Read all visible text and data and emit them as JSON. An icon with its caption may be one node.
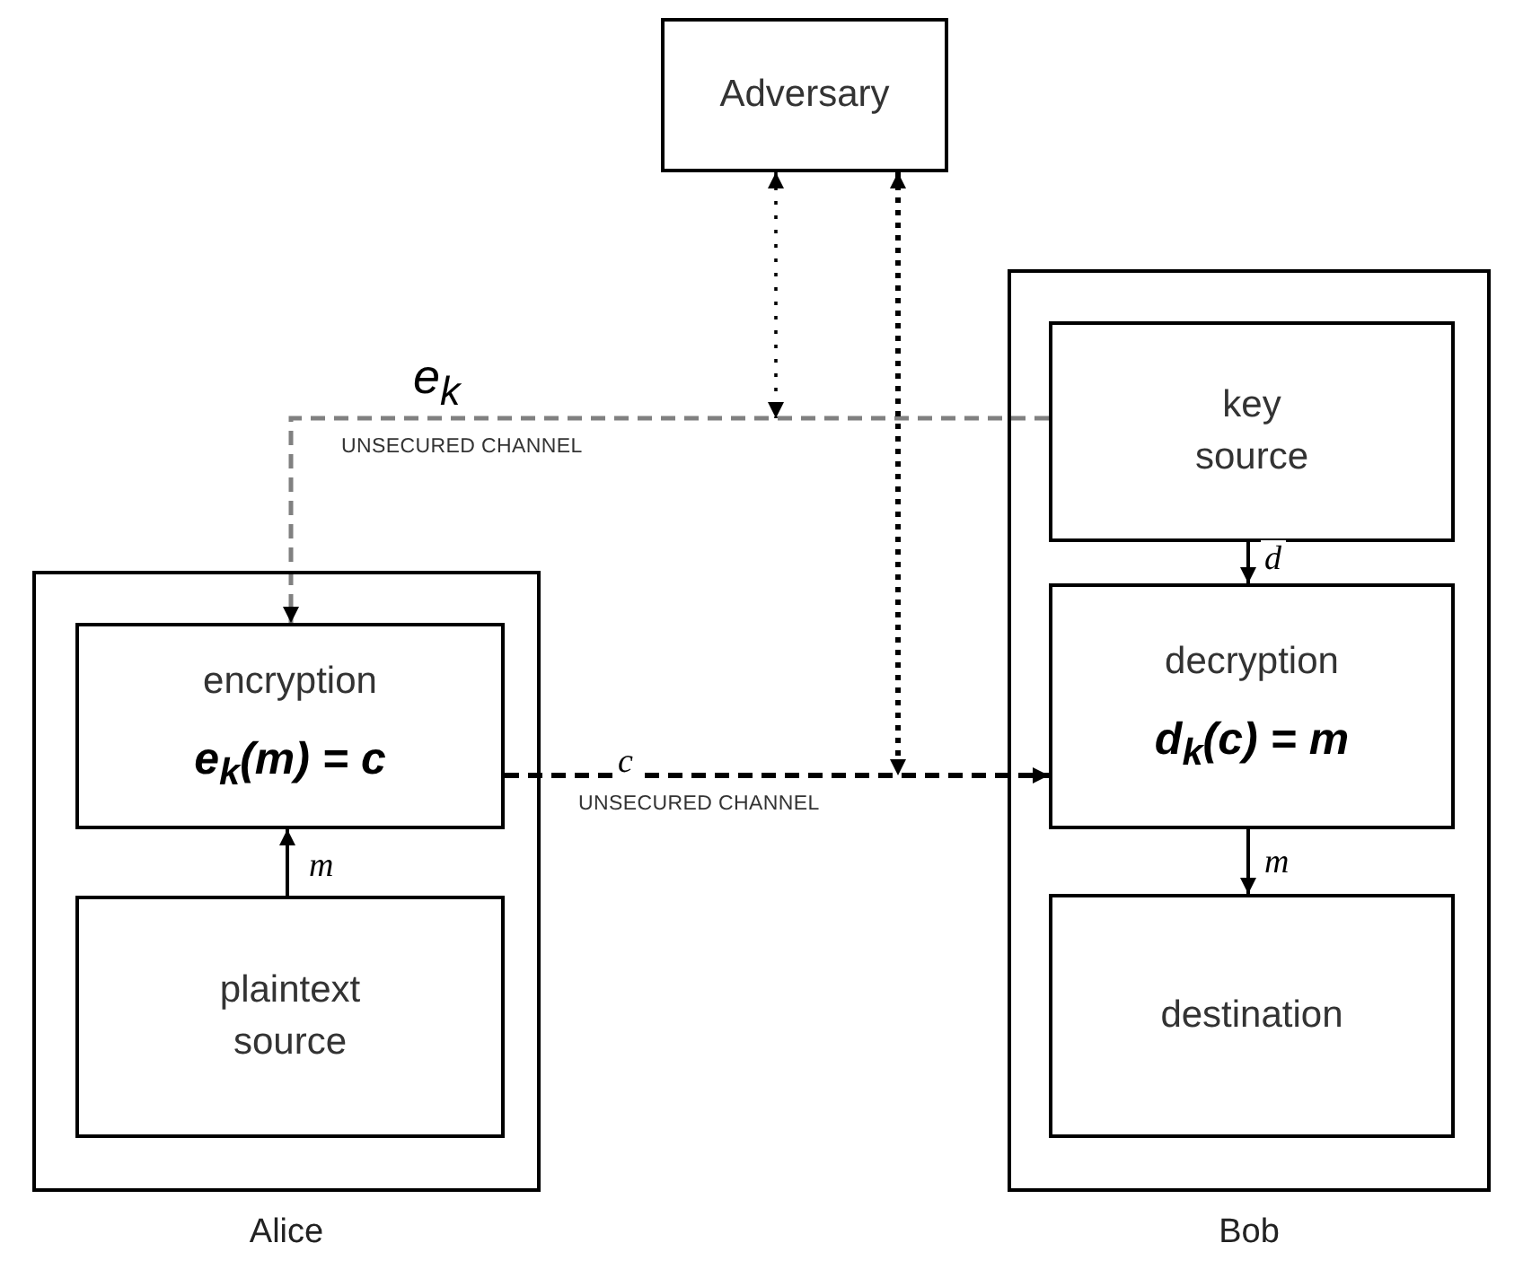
{
  "diagram": {
    "nodes": [
      {
        "text": [
          "Adversary"
        ]
      },
      {
        "text": [],
        "shape": "box",
        "beside": [
          "Alice"
        ]
      },
      {
        "text": [
          "encryption",
          "e$_{k}$(m) = c"
        ],
        "in": 1
      },
      {
        "text": [
          "plaintext source"
        ],
        "in": 1
      },
      {
        "text": [],
        "shape": "box",
        "beside": [
          "Bob"
        ]
      },
      {
        "text": [
          "key source"
        ],
        "in": 4
      },
      {
        "text": [
          "decryption",
          "d$_{k}$(c) = m"
        ],
        "in": 4
      },
      {
        "text": [
          "destination"
        ],
        "in": 4
      }
    ],
    "edges": [
      {
        "from": 5,
        "to": 2,
        "arrow": "to",
        "style": "dashed",
        "color": "#808080",
        "label": "e$_{k}$"
      },
      {
        "from": 2,
        "to": 6,
        "arrow": "to",
        "style": "dashed",
        "label": "c"
      },
      {
        "from": 0,
        "to": null,
        "arrow": "both",
        "style": "dashed"
      },
      {
        "from": 0,
        "to": null,
        "arrow": "both",
        "style": "dashed"
      },
      {
        "from": 3,
        "to": 2,
        "arrow": "to",
        "label": "m"
      },
      {
        "from": 5,
        "to": 6,
        "arrow": "to",
        "label": "d"
      },
      {
        "from": 6,
        "to": 7,
        "arrow": "to",
        "label": "m"
      }
    ],
    "labels": [
      "UNSECURED CHANNEL",
      "UNSECURED CHANNEL"
    ]
  }
}
